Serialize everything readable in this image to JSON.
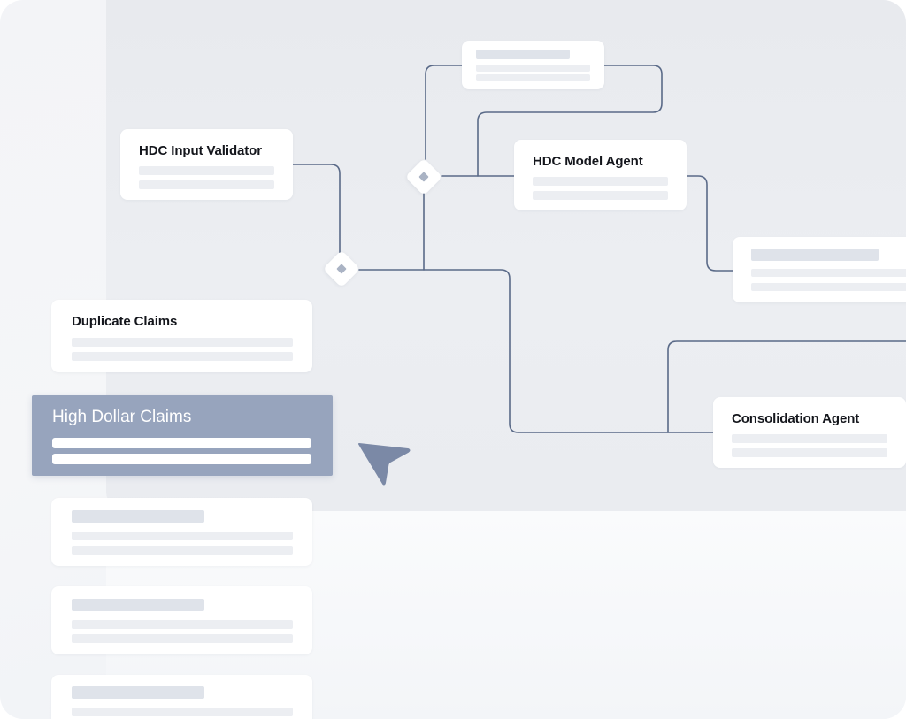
{
  "nodes": {
    "input_validator": {
      "title": "HDC Input Validator"
    },
    "model_agent": {
      "title": "HDC Model Agent"
    },
    "consolidation_agent": {
      "title": "Consolidation Agent"
    }
  },
  "sidebar": {
    "items": [
      {
        "title": "Duplicate Claims",
        "selected": false
      },
      {
        "title": "High Dollar Claims",
        "selected": true
      },
      {
        "title": "",
        "selected": false
      },
      {
        "title": "",
        "selected": false
      },
      {
        "title": "",
        "selected": false
      }
    ]
  },
  "colors": {
    "connector": "#5a6a88",
    "selected": "#97a4bd",
    "cursor": "#7b89a6"
  },
  "cursor": {
    "icon": "pointer-arrow-icon"
  }
}
